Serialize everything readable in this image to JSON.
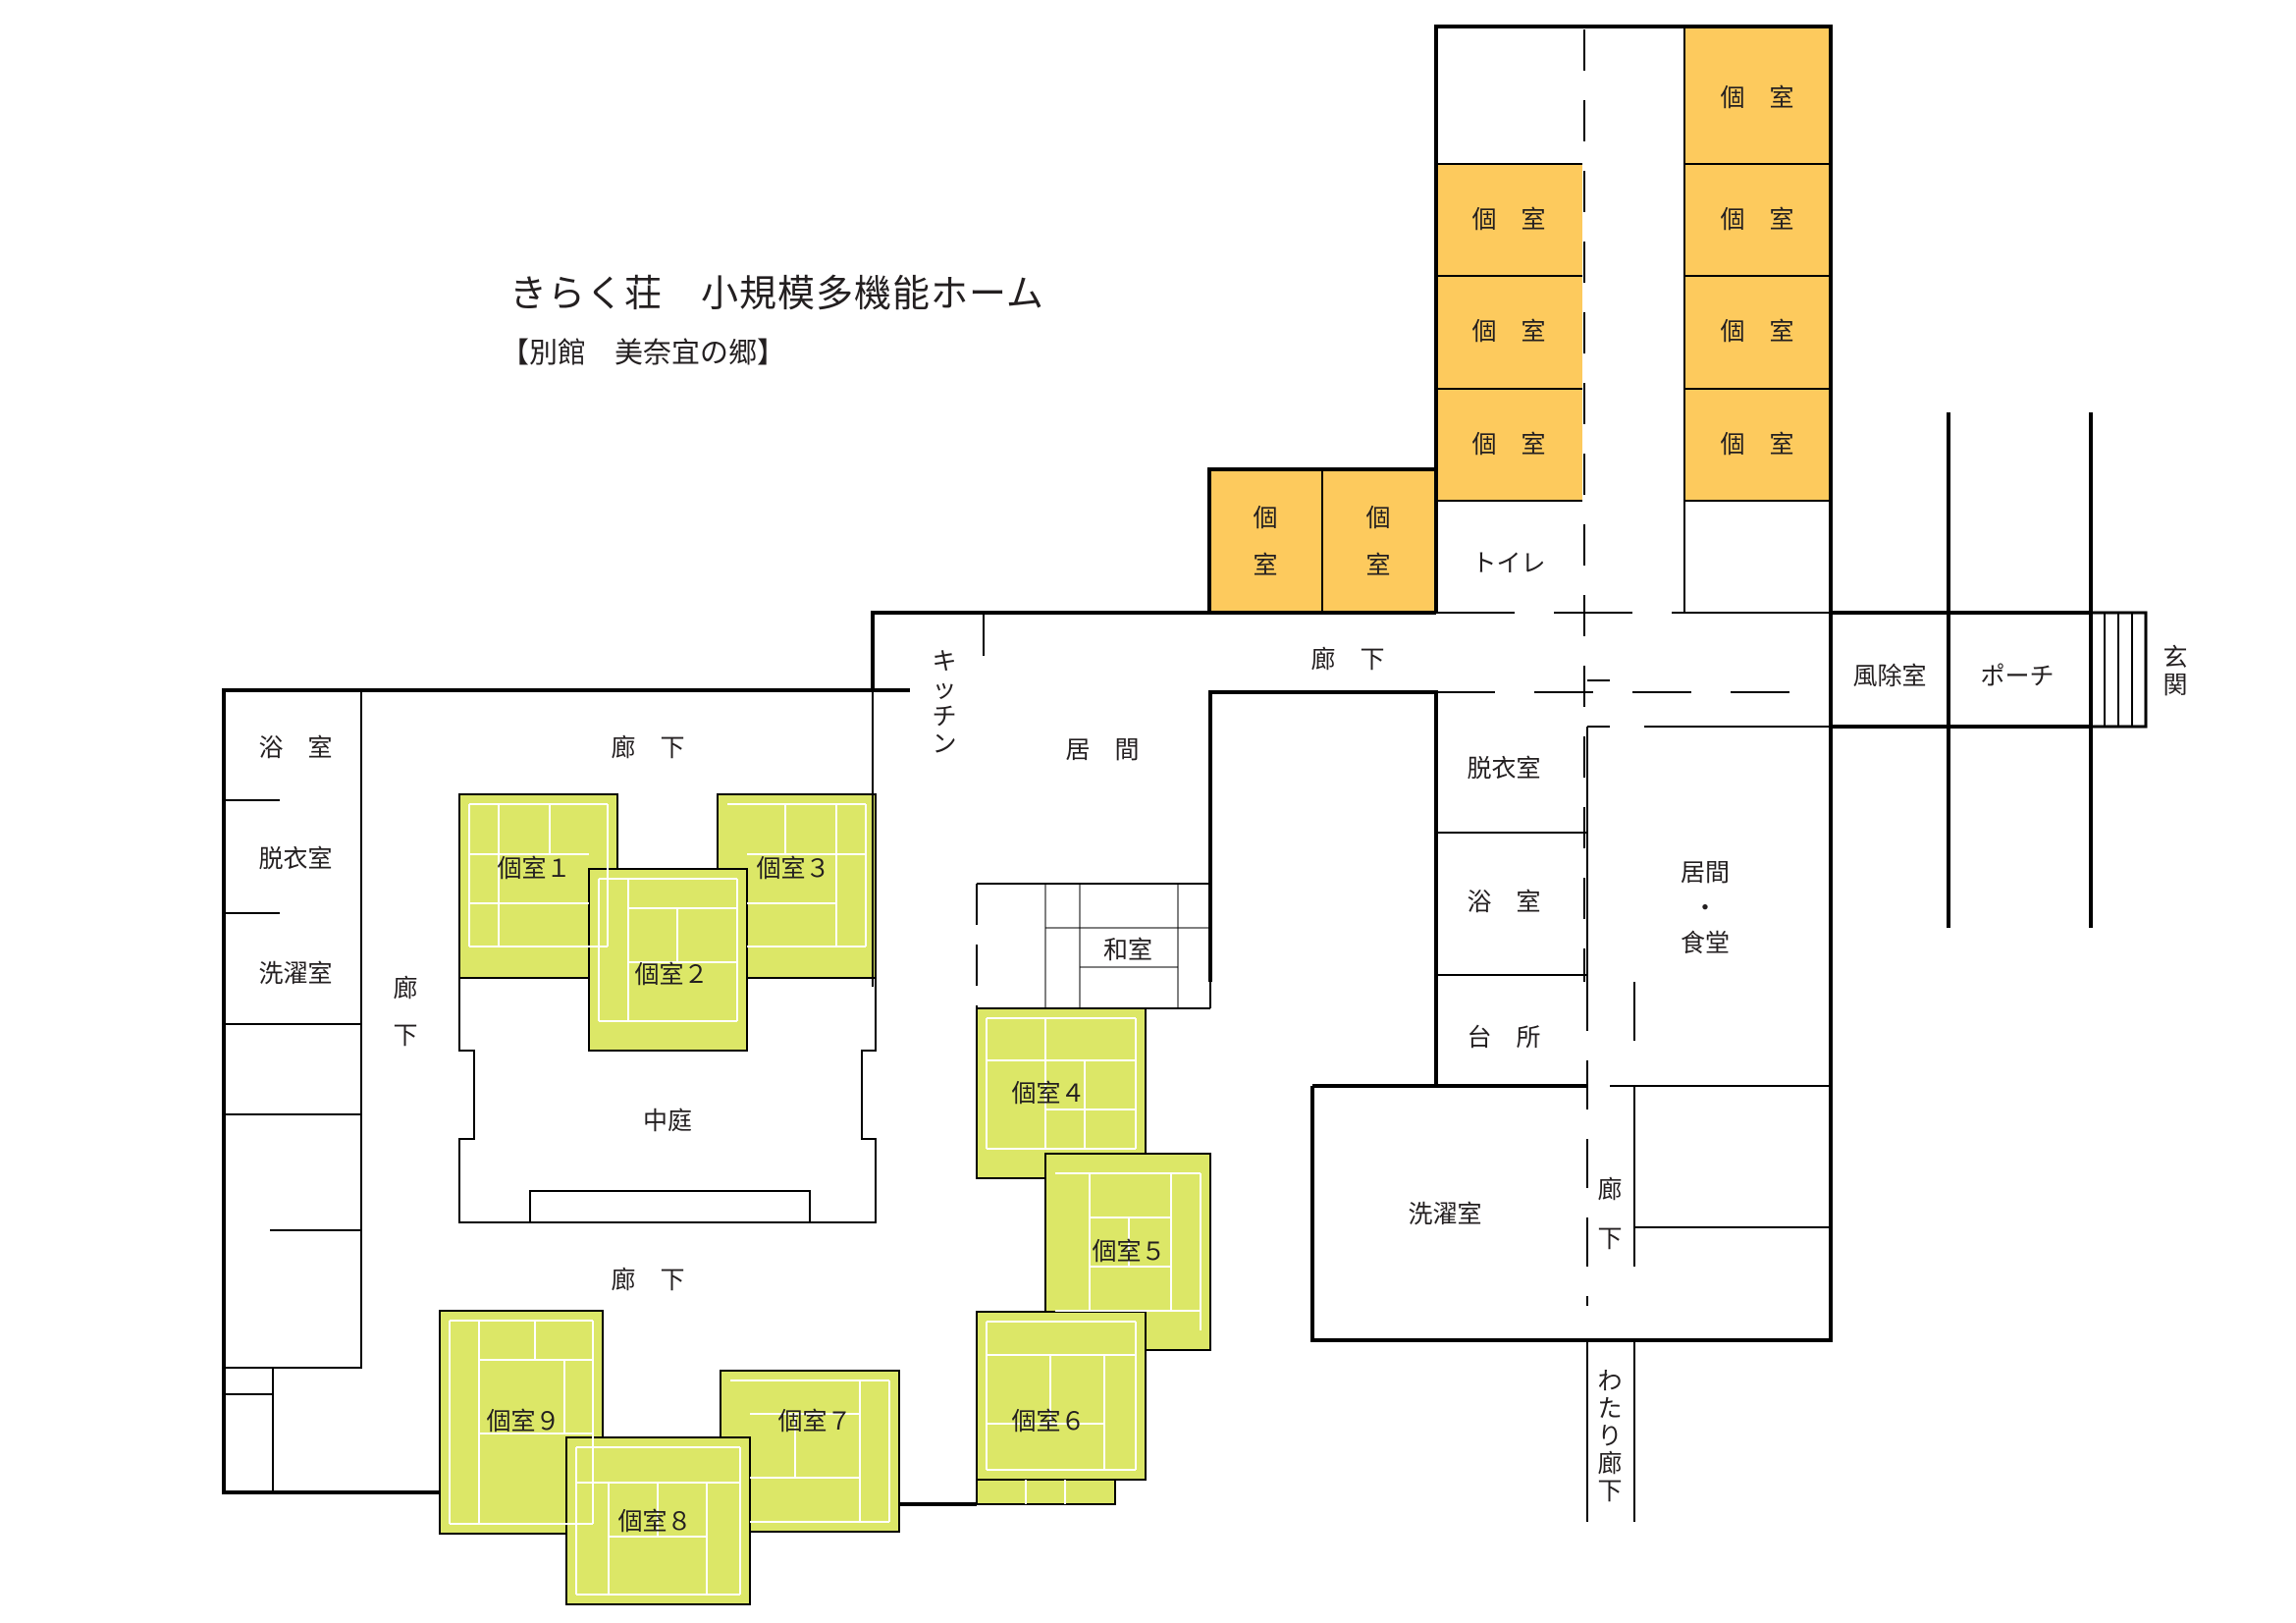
{
  "header": {
    "title": "きらく荘　小規模多機能ホーム",
    "subtitle": "【別館　美奈宜の郷】"
  },
  "colors": {
    "private_room_orange": "#fdca5d",
    "japanese_room_green": "#dce767",
    "wall": "#000000",
    "background": "#ffffff"
  },
  "labels": {
    "orange_room": "個　室",
    "orange_room_top": "個",
    "orange_room_bottom": "室",
    "toilet": "トイレ",
    "corridor": "廊　下",
    "corridor_top": "廊",
    "corridor_bottom": "下",
    "kitchen_chars": [
      "キ",
      "ッ",
      "チ",
      "ン"
    ],
    "living": "居　間",
    "windbreak": "風除室",
    "porch": "ポーチ",
    "entrance_chars": [
      "玄",
      "関"
    ],
    "bath": "浴　室",
    "dressing": "脱衣室",
    "laundry": "洗濯室",
    "courtyard": "中庭",
    "washitsu": "和室",
    "living_dining_top": "居間",
    "living_dining_dot": "・",
    "living_dining_bottom": "食堂",
    "kitchen_room": "台　所",
    "watari_chars": [
      "わ",
      "た",
      "り",
      "廊",
      "下"
    ],
    "rooms": [
      "個室１",
      "個室２",
      "個室３",
      "個室４",
      "個室５",
      "個室６",
      "個室７",
      "個室８",
      "個室９"
    ]
  }
}
